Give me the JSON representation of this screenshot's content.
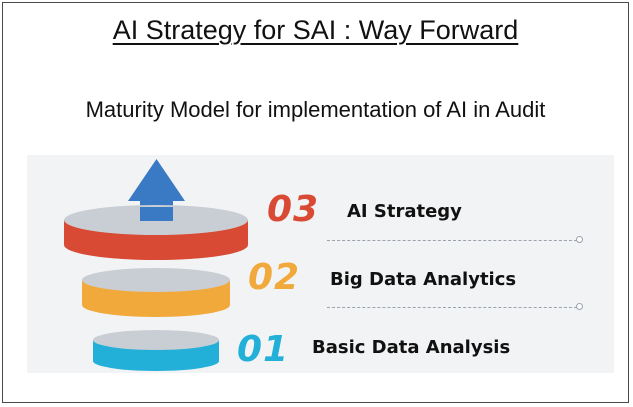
{
  "slide": {
    "title": "AI Strategy for SAI : Way Forward",
    "subtitle": "Maturity Model for implementation of AI in Audit"
  },
  "levels": [
    {
      "number": "03",
      "label": "AI Strategy",
      "color": "#d84a33"
    },
    {
      "number": "02",
      "label": "Big Data Analytics",
      "color": "#f0a93a"
    },
    {
      "number": "01",
      "label": "Basic Data Analysis",
      "color": "#22b0d8"
    }
  ],
  "colors": {
    "arrow": "#3a79c4",
    "disc_top": "#c9ced4",
    "panel_bg": "#f2f3f5"
  },
  "icons": [
    "up-arrow-icon"
  ]
}
